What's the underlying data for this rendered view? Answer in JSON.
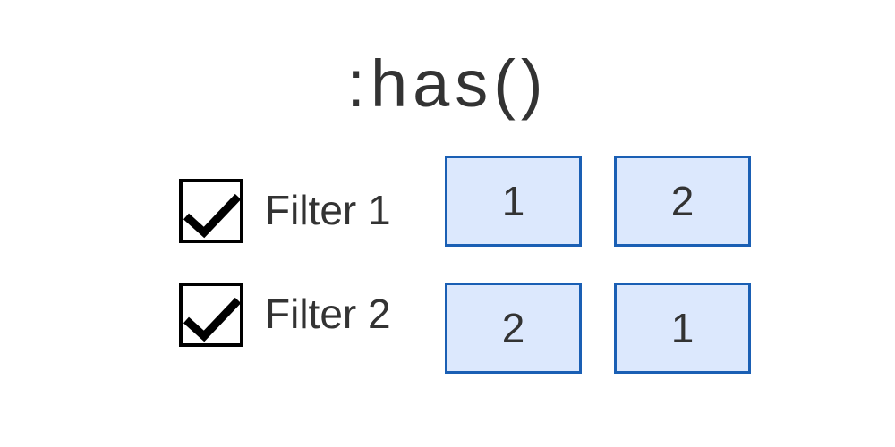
{
  "title": ":has()",
  "filters": [
    {
      "label": "Filter 1",
      "checked": true
    },
    {
      "label": "Filter 2",
      "checked": true
    }
  ],
  "grid": {
    "rows": [
      [
        "1",
        "2"
      ],
      [
        "2",
        "1"
      ]
    ]
  },
  "colors": {
    "box_fill": "#dce8fd",
    "box_border": "#1a5fb4",
    "text": "#333333",
    "checkbox": "#000000"
  }
}
